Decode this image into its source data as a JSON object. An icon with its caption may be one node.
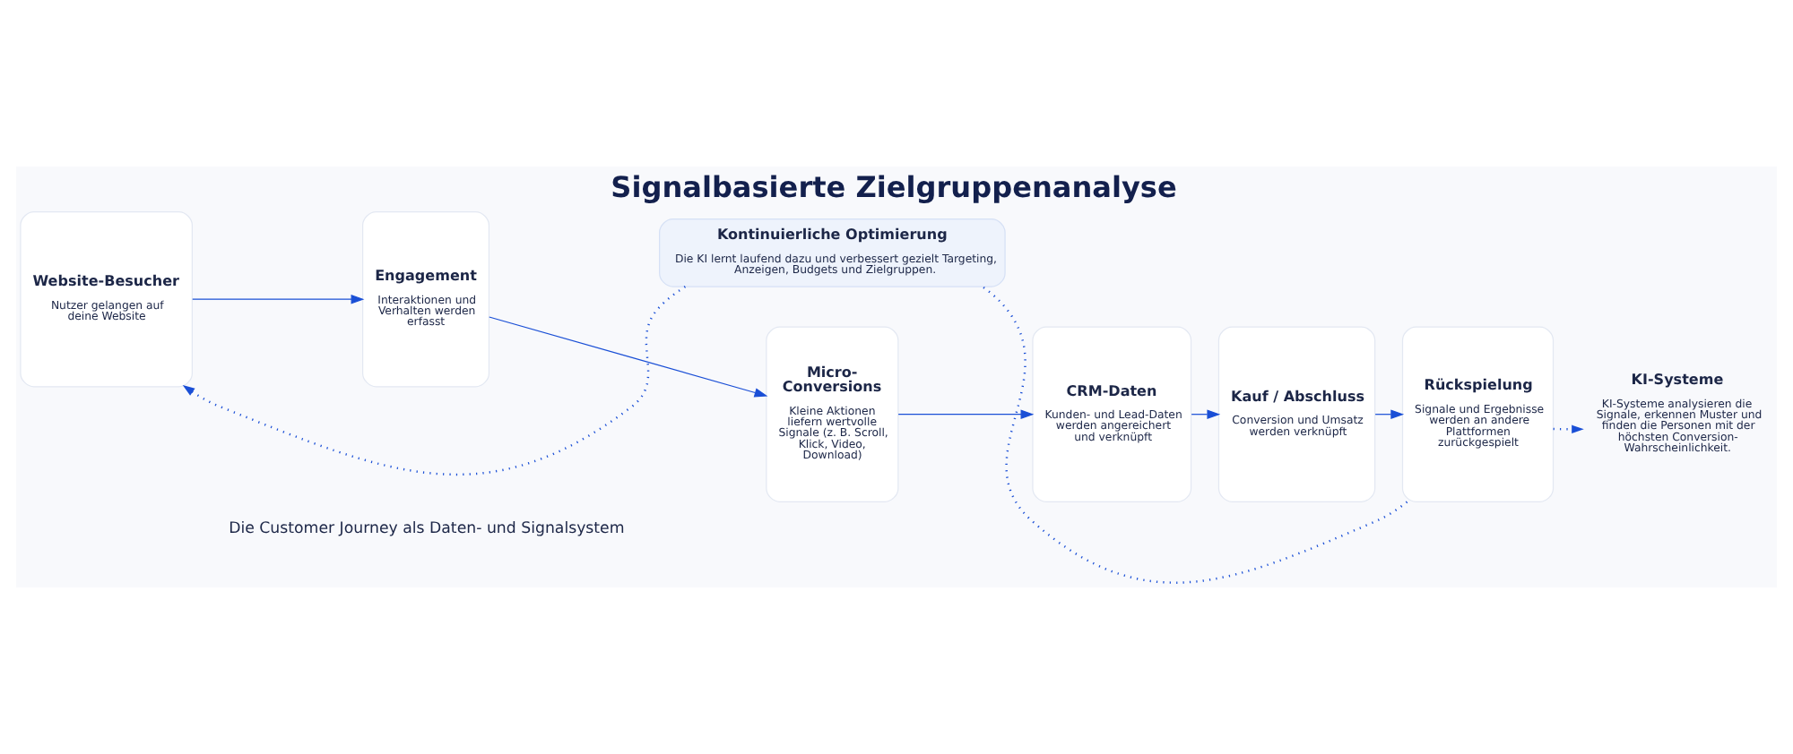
{
  "diagram": {
    "title": "Signalbasierte Zielgruppenanalyse",
    "nodes": [
      {
        "text": [
          "Website-Besucher",
          "Nutzer gelangen auf deine Website"
        ]
      },
      {
        "text": [
          "Engagement",
          "Interaktionen und Verhalten werden erfasst"
        ]
      },
      {
        "text": [
          "Micro-Conversions",
          "Kleine Aktionen liefern wertvolle Signale (z. B. Scroll, Klick, Video, Download)"
        ]
      },
      {
        "text": [
          "CRM-Daten",
          "Kunden- und Lead-Daten werden angereichert und verknüpft"
        ]
      },
      {
        "text": [
          "Kauf / Abschluss",
          "Conversion und Umsatz werden verknüpft"
        ]
      },
      {
        "text": [
          "Rückspielung",
          "Signale und Ergebnisse werden an andere Plattformen zurückgespielt"
        ]
      },
      {
        "text": [
          "KI-Systeme",
          "KI-Systeme analysieren die Signale, erkennen Muster und finden die Personen mit der höchsten Conversion-Wahrscheinlichkeit."
        ]
      },
      {
        "text": [
          "Kontinuierliche Optimierung",
          "Die KI lernt laufend dazu und verbessert gezielt Targeting, Anzeigen, Budgets und Zielgruppen."
        ]
      }
    ],
    "edges": [
      {
        "from": 0,
        "to": 1,
        "arrow": "to"
      },
      {
        "from": 1,
        "to": 2,
        "arrow": "to"
      },
      {
        "from": 2,
        "to": 3,
        "arrow": "to"
      },
      {
        "from": 3,
        "to": 4,
        "arrow": "to"
      },
      {
        "from": 4,
        "to": 5,
        "arrow": "to"
      },
      {
        "from": 5,
        "to": 6,
        "arrow": "to",
        "style": "dashed"
      },
      {
        "from": 5,
        "to": 7,
        "arrow": "none",
        "style": "dashed"
      },
      {
        "from": 7,
        "to": 0,
        "arrow": "to",
        "style": "dashed"
      }
    ],
    "labels": [
      "Die Customer Journey als Daten- und Signalsystem"
    ]
  }
}
